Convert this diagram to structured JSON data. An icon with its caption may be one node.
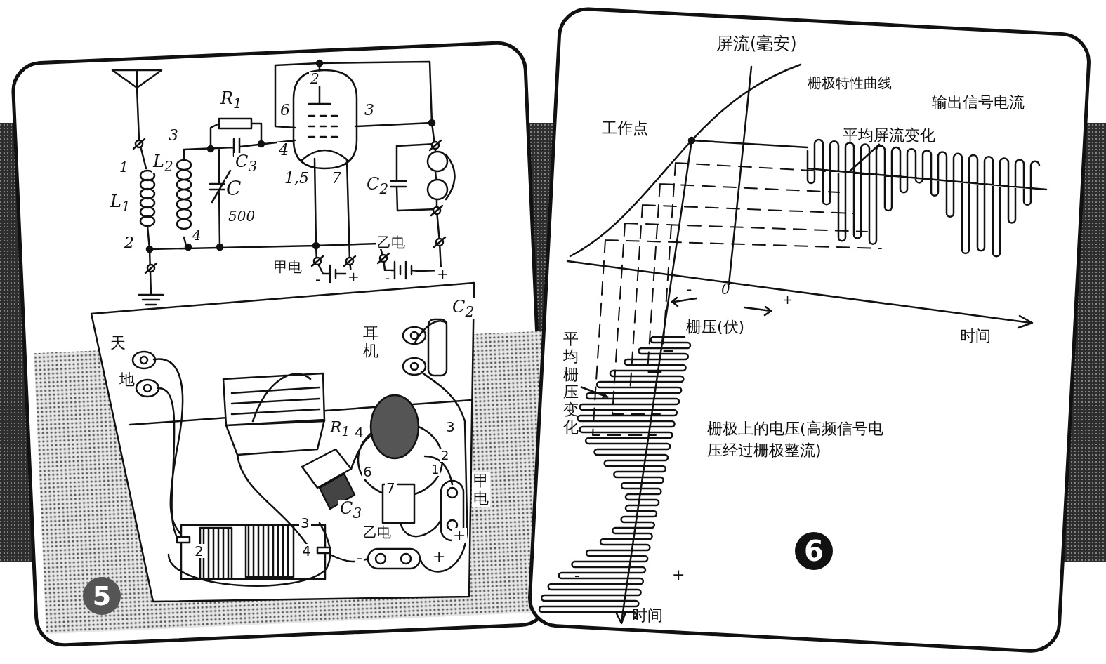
{
  "diagram": {
    "nodes": [
      {
        "text": [
          "平均栅压变化"
        ]
      },
      {
        "text": [
          "平均屏流变化"
        ]
      }
    ],
    "edges": [
      {
        "from": 0,
        "to": null,
        "arrow": "to"
      },
      {
        "from": 1,
        "to": null,
        "arrow": "none"
      }
    ],
    "labels": [
      "R$_{1}$",
      "3",
      "6",
      "2",
      "3",
      "1",
      "4",
      "C$_{3}$",
      "L$_{2}$",
      "L$_{1}$",
      "C",
      "1,5",
      "7",
      "C$_{2}$",
      "500",
      "2",
      "4",
      "乙电",
      "甲电",
      "-",
      "+",
      "-",
      "+",
      "C$_{2}$",
      "耳机",
      "天",
      "地",
      "R$_{1}$",
      "4",
      "3",
      "1",
      "2",
      "6",
      "7",
      "C$_{3}$",
      "甲电",
      "3",
      "乙电",
      "2",
      "4",
      "-",
      "+",
      "+",
      "5",
      "屏流(毫安)",
      "栅极特性曲线",
      "输出信号电流",
      "工作点",
      "-",
      "0",
      "+",
      "栅压(伏)",
      "时间",
      "栅极上的电压(高频信号电压经过栅极整流)",
      "-",
      "+",
      "时间",
      "6"
    ]
  }
}
